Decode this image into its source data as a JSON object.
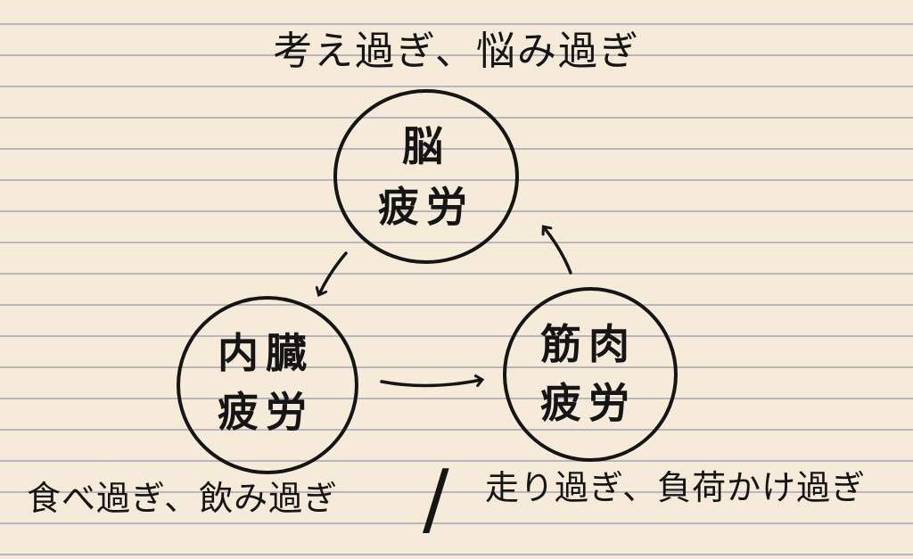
{
  "title": "考え過ぎ、悩み過ぎ",
  "nodes": {
    "brain": {
      "line1": "脳",
      "line2": "疲労"
    },
    "organ": {
      "line1": "内臓",
      "line2": "疲労"
    },
    "muscle": {
      "line1": "筋肉",
      "line2": "疲労"
    }
  },
  "captions": {
    "left": "食べ過ぎ、飲み過ぎ",
    "separator": "/",
    "right": "走り過ぎ、負荷かけ過ぎ"
  },
  "colors": {
    "ink": "#151515",
    "paper": "#f5ebd8",
    "rule": "#b9b7bd"
  },
  "icons": [
    "arrow-brain-to-organ-icon",
    "arrow-organ-to-muscle-icon",
    "arrow-muscle-to-brain-icon"
  ]
}
